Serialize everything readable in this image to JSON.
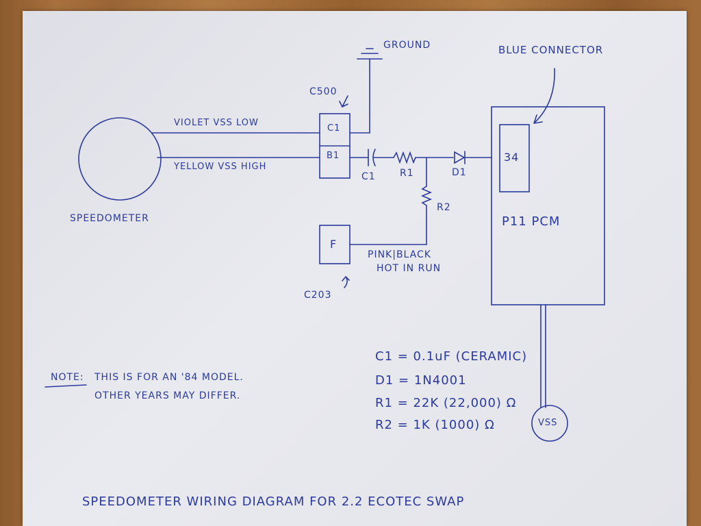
{
  "labels": {
    "ground": "GROUND",
    "blue_connector": "BLUE CONNECTOR",
    "c500": "C500",
    "violet_wire": "VIOLET VSS LOW",
    "yellow_wire": "YELLOW VSS HIGH",
    "pin_c1": "C1",
    "pin_b1": "B1",
    "cap_label": "C1",
    "res1_label": "R1",
    "diode_label": "D1",
    "res2_label": "R2",
    "pin_34": "34",
    "pcm": "P11 PCM",
    "speedometer": "SPEEDOMETER",
    "pin_f": "F",
    "pink_black_1": "PINK|BLACK",
    "pink_black_2": "HOT IN RUN",
    "c203": "C203",
    "vss": "VSS",
    "note_label": "NOTE:",
    "note_line1": "THIS IS FOR AN '84 MODEL.",
    "note_line2": "OTHER YEARS MAY DIFFER.",
    "spec_c1": "C1 = 0.1uF (CERAMIC)",
    "spec_d1": "D1 = 1N4001",
    "spec_r1": "R1 = 22K (22,000) Ω",
    "spec_r2": "R2 = 1K (1000) Ω",
    "title": "SPEEDOMETER WIRING DIAGRAM FOR 2.2 ECOTEC SWAP"
  },
  "colors": {
    "ink": "#2b3a9c",
    "paper": "#e4e5eb"
  }
}
